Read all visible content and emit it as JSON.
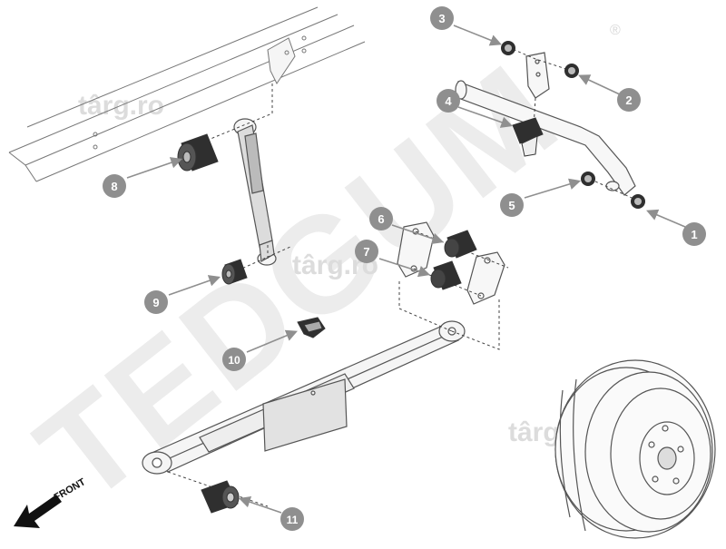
{
  "watermarks": {
    "brand_site_1": "târg.ro",
    "brand_site_2": "târg.ro",
    "brand_site_3": "târg.ro",
    "brand_big": "TEDGUM",
    "registered": "®"
  },
  "front_label": "FRONT",
  "callouts": [
    {
      "id": 1,
      "label": "1"
    },
    {
      "id": 2,
      "label": "2"
    },
    {
      "id": 3,
      "label": "3"
    },
    {
      "id": 4,
      "label": "4"
    },
    {
      "id": 5,
      "label": "5"
    },
    {
      "id": 6,
      "label": "6"
    },
    {
      "id": 7,
      "label": "7"
    },
    {
      "id": 8,
      "label": "8"
    },
    {
      "id": 9,
      "label": "9"
    },
    {
      "id": 10,
      "label": "10"
    },
    {
      "id": 11,
      "label": "11"
    }
  ],
  "colors": {
    "line": "#555555",
    "part_fill": "#f2f2f2",
    "bushing_dark": "#3a3a3a",
    "callout_fill": "#8f8f8f",
    "callout_text": "#ffffff",
    "watermark": "#e6e6e6"
  }
}
